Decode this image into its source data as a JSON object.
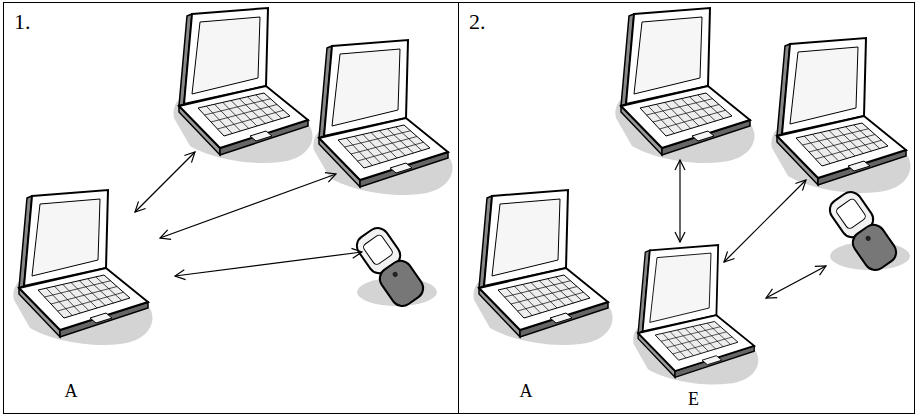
{
  "diagram": {
    "nodes": [
      {
        "text": [
          "1."
        ]
      },
      {
        "text": [
          "A"
        ],
        "in": 0
      },
      {
        "text": [
          "2."
        ]
      },
      {
        "text": [
          "A"
        ],
        "in": 2
      },
      {
        "text": [
          "E"
        ],
        "in": 2
      }
    ]
  }
}
